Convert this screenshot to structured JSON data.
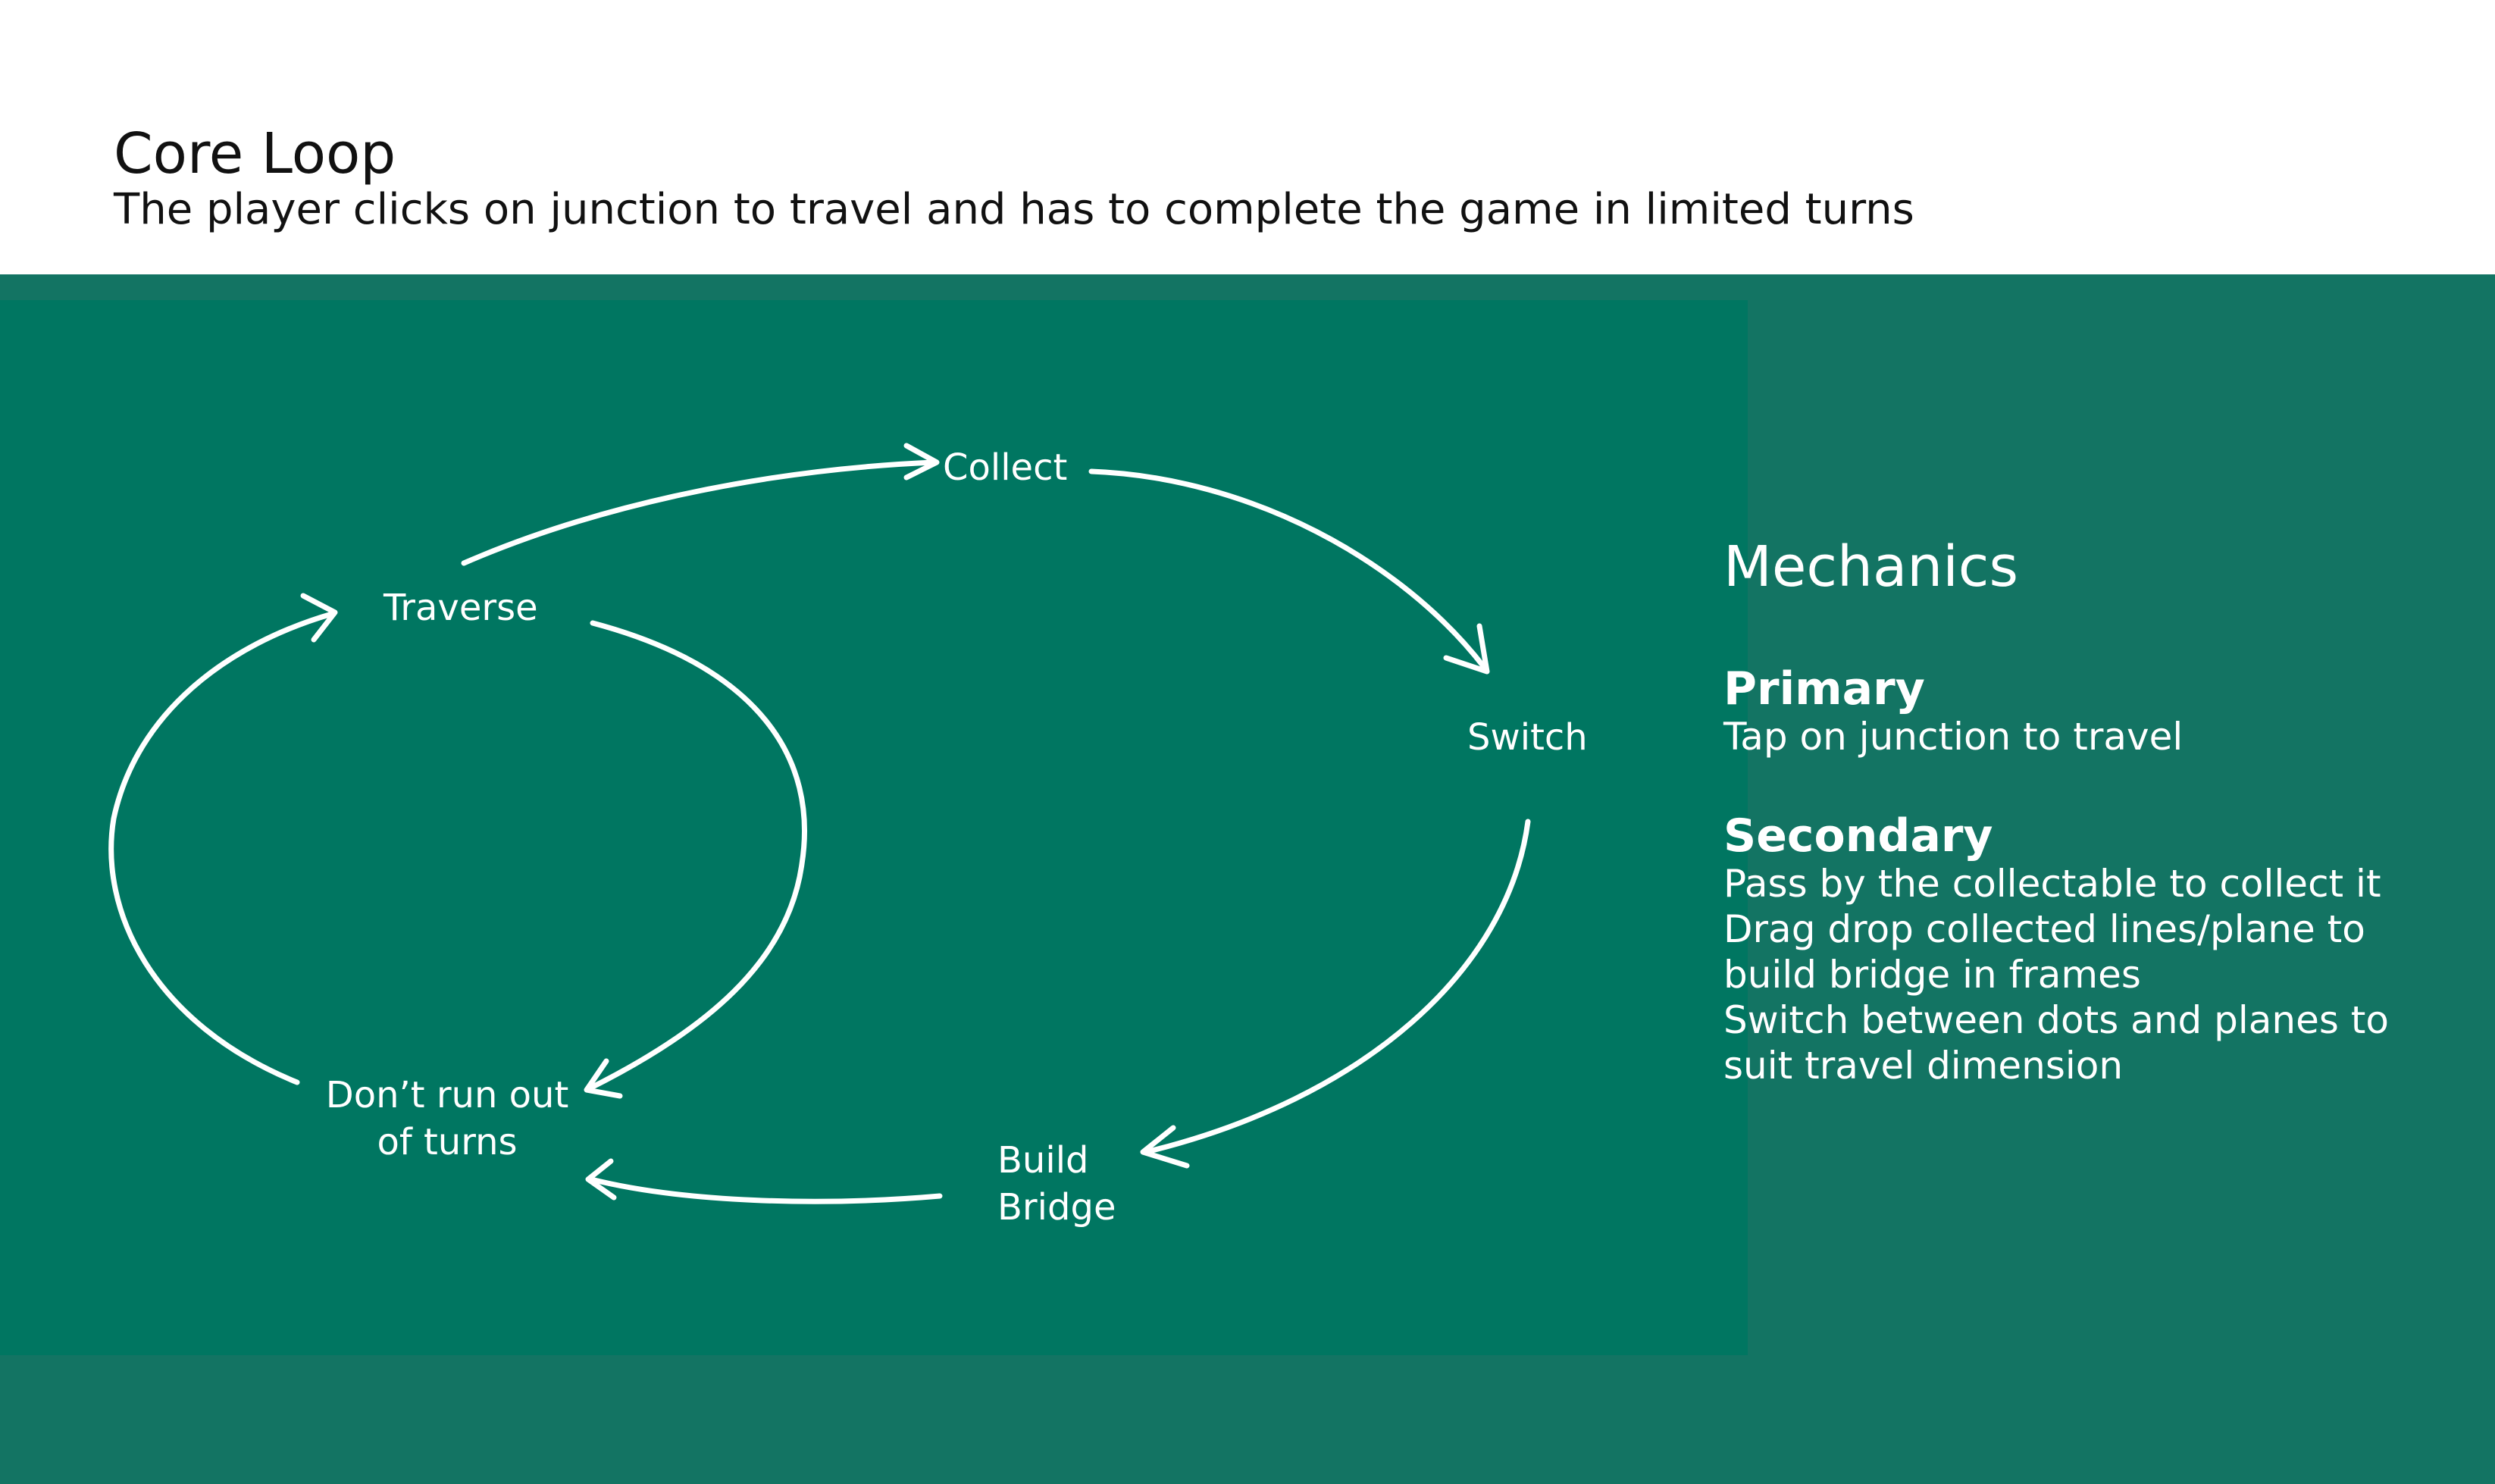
{
  "header": {
    "title": "Core Loop",
    "subtitle": "The player clicks on junction to travel and has to complete the game in limited turns"
  },
  "diagram": {
    "nodes": {
      "collect": "Collect",
      "traverse": "Traverse",
      "switch": "Switch",
      "build_bridge_line1": "Build",
      "build_bridge_line2": "Bridge",
      "dont_run_out_line1": "Don’t run out",
      "dont_run_out_line2": "of turns"
    },
    "arrow_color": "#ffffff"
  },
  "mechanics": {
    "title": "Mechanics",
    "primary": {
      "heading": "Primary",
      "lines": [
        "Tap on junction to travel"
      ]
    },
    "secondary": {
      "heading": "Secondary",
      "lines": [
        "Pass by the collectable to collect it",
        "Drag drop collected lines/plane to",
        "build bridge in frames",
        "Switch between dots and planes to",
        "suit travel dimension"
      ]
    }
  },
  "colors": {
    "band": "#137463",
    "panel": "#007661",
    "text_dark": "#111111",
    "text_light": "#ffffff"
  }
}
